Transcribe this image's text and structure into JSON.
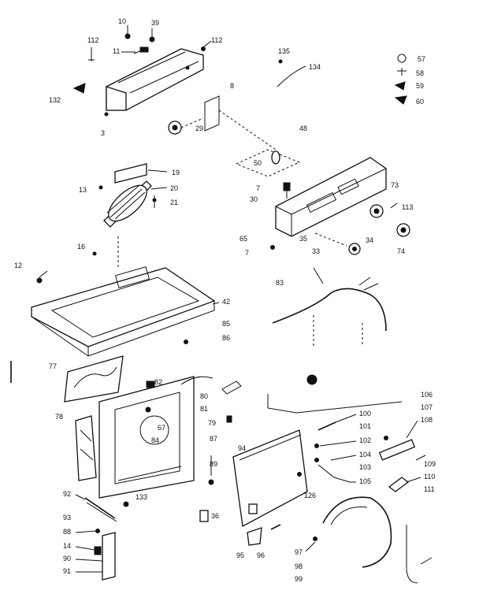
{
  "labels": {
    "l10": "10",
    "l39": "39",
    "l112a": "112",
    "l112b": "112",
    "l11": "11",
    "l132": "132",
    "l3": "3",
    "l135": "135",
    "l134": "134",
    "l57": "57",
    "l58": "58",
    "l59": "59",
    "l60": "60",
    "l8": "8",
    "l29": "29",
    "l48": "48",
    "l50": "50",
    "l7a": "7",
    "l30": "30",
    "l73": "73",
    "l113": "113",
    "l65": "65",
    "l7b": "7",
    "l35": "35",
    "l34": "34",
    "l33": "33",
    "l74": "74",
    "l19": "19",
    "l13": "13",
    "l20": "20",
    "l21": "21",
    "l16": "16",
    "l12": "12",
    "l42": "42",
    "l83": "83",
    "l85": "85",
    "l86": "86",
    "l77": "77",
    "l82": "82",
    "l80": "80",
    "l81": "81",
    "l67": "67",
    "l84": "84",
    "l79": "79",
    "l78": "78",
    "l87": "87",
    "l89": "89",
    "l100": "100",
    "l101": "101",
    "l102": "102",
    "l104": "104",
    "l103": "103",
    "l105": "105",
    "l106": "106",
    "l107": "107",
    "l108": "108",
    "l109": "109",
    "l110": "110",
    "l111": "111",
    "l94": "94",
    "l126": "126",
    "l92": "92",
    "l133": "133",
    "l93": "93",
    "l36": "36",
    "l88": "88",
    "l14": "14",
    "l90": "90",
    "l91": "91",
    "l95": "95",
    "l96": "96",
    "l97": "97",
    "l98": "98",
    "l99": "99"
  }
}
